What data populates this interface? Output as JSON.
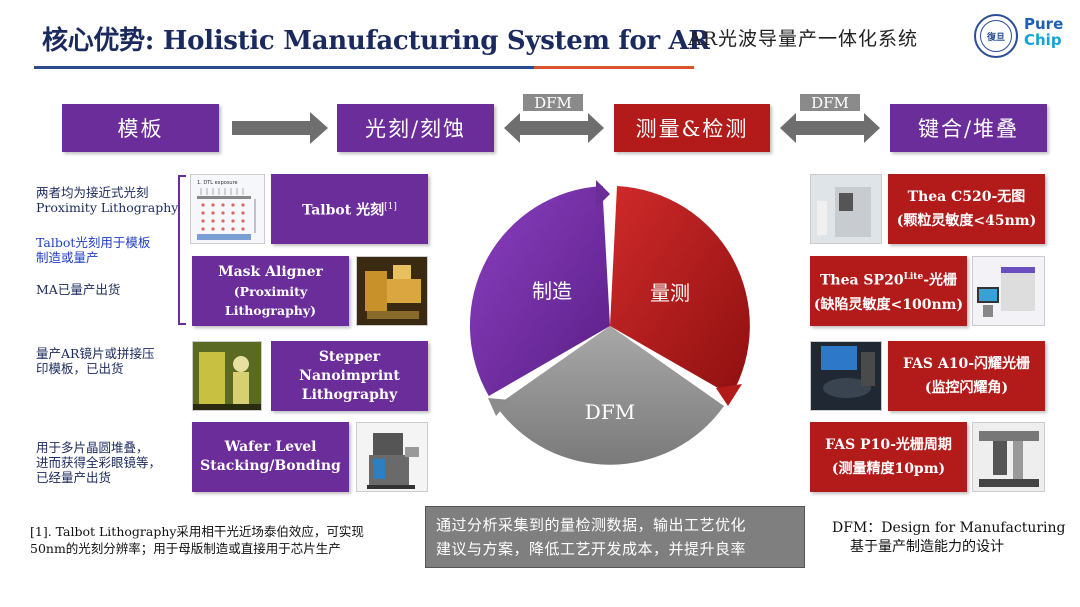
{
  "header": {
    "title": "核心优势: Holistic Manufacturing System for AR",
    "subtitle": "AR光波导量产一体化系统",
    "logo_university_text": "復旦",
    "logo_brand_line1": "Pure",
    "logo_brand_line2": "Chip"
  },
  "process_flow": {
    "step1": "模板",
    "step2": "光刻/刻蚀",
    "step3": "测量&检测",
    "step4": "键合/堆叠",
    "dfm_tag_1": "DFM",
    "dfm_tag_2": "DFM"
  },
  "left_notes": {
    "note1_line1": "两者均为接近式光刻",
    "note1_line2": "Proximity Lithography",
    "note2_line1": "Talbot光刻用于模板",
    "note2_line2": "制造或量产",
    "note3": "MA已量产出货",
    "note4_line1": "量产AR镜片或拼接压",
    "note4_line2": "印模板，已出货",
    "note5_line1": "用于多片晶圆堆叠，",
    "note5_line2": "进而获得全彩眼镜等，",
    "note5_line3": "已经量产出货"
  },
  "left_tiles": {
    "talbot": "Talbot 光刻",
    "talbot_sup": "[1]",
    "mask_aligner_line1": "Mask Aligner",
    "mask_aligner_line2": "(Proximity Lithography)",
    "stepper_line1": "Stepper Nanoimprint",
    "stepper_line2": "Lithography",
    "wafer_line1": "Wafer Level",
    "wafer_line2": "Stacking/Bonding",
    "talbot_diagram_label": "1. DTL exposure"
  },
  "cycle": {
    "segment_left": "制造",
    "segment_right": "量测",
    "segment_bottom": "DFM",
    "colors": {
      "left": "#6b2d9a",
      "right": "#b31b1b",
      "bottom": "#8c8c8c"
    }
  },
  "right_tiles": {
    "thea_c520_line1": "Thea C520-无图",
    "thea_c520_line2": "(颗粒灵敏度<45nm)",
    "thea_sp20_line1_a": "Thea SP20",
    "thea_sp20_sup": "Lite",
    "thea_sp20_line1_b": "-光栅",
    "thea_sp20_line2": "(缺陷灵敏度<100nm)",
    "fas_a10_line1": "FAS A10-闪耀光栅",
    "fas_a10_line2": "(监控闪耀角)",
    "fas_p10_line1": "FAS P10-光栅周期",
    "fas_p10_line2": "(测量精度10pm)"
  },
  "footer": {
    "footnote_line1": "[1]. Talbot Lithography采用相干光近场泰伯效应，可实现",
    "footnote_line2": "50nm的光刻分辨率；用于母版制造或直接用于芯片生产",
    "summary_line1": "通过分析采集到的量检测数据，输出工艺优化",
    "summary_line2": "建议与方案，降低工艺开发成本，并提升良率",
    "dfm_def_line1": "DFM：Design for Manufacturing",
    "dfm_def_line2": "基于量产制造能力的设计"
  }
}
